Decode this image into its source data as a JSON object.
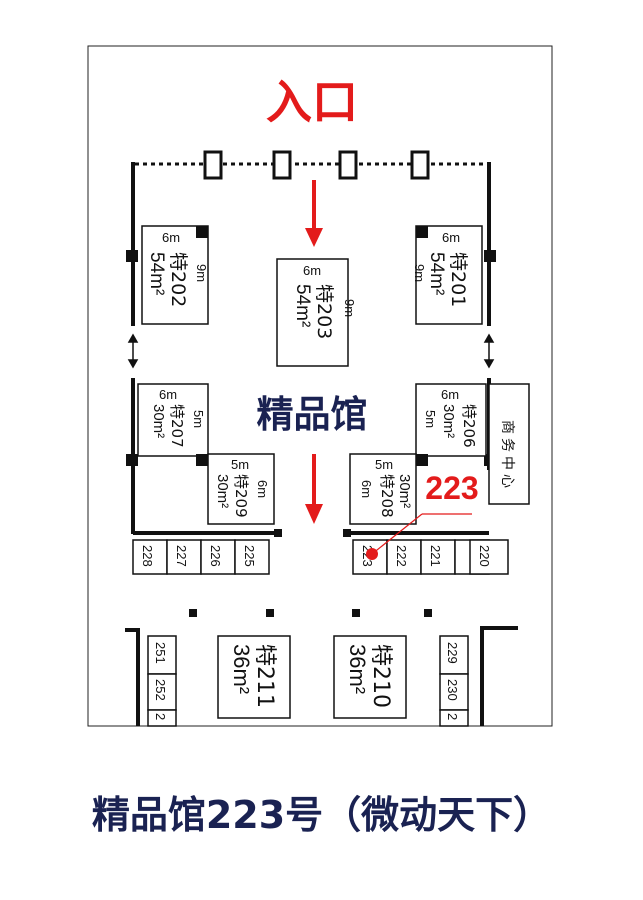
{
  "entrance_label": "入口",
  "hall_label": "精品馆",
  "highlight_label": "223",
  "service_center": [
    "商",
    "务",
    "中",
    "心"
  ],
  "caption": "精品馆223号（微动天下）",
  "colors": {
    "red": "#e31b1b",
    "navy": "#1a2252",
    "black": "#111111"
  },
  "booths": {
    "b202": {
      "width": "6m",
      "depth": "9m",
      "id": "特202",
      "area": "54m²"
    },
    "b203": {
      "width": "6m",
      "depth": "9m",
      "id": "特203",
      "area": "54m²"
    },
    "b201": {
      "width": "6m",
      "depth": "9m",
      "id": "特201",
      "area": "54m²"
    },
    "b207": {
      "width": "6m",
      "depth": "5m",
      "id": "特207",
      "area": "30m²"
    },
    "b206": {
      "width": "6m",
      "depth": "5m",
      "id": "特206",
      "area": "30m²"
    },
    "b209": {
      "width": "5m",
      "depth": "6m",
      "id": "特209",
      "area": "30m²"
    },
    "b208": {
      "width": "5m",
      "depth": "6m",
      "id": "特208",
      "area": "30m²"
    },
    "b211": {
      "id": "特211",
      "area": "36m²"
    },
    "b210": {
      "id": "特210",
      "area": "36m²"
    }
  },
  "small_left": [
    "228",
    "227",
    "226",
    "225"
  ],
  "small_right": [
    "223",
    "222",
    "221",
    "220"
  ],
  "small_bottom_left": [
    "251",
    "252",
    "2"
  ],
  "small_bottom_right": [
    "229",
    "230",
    "2"
  ]
}
